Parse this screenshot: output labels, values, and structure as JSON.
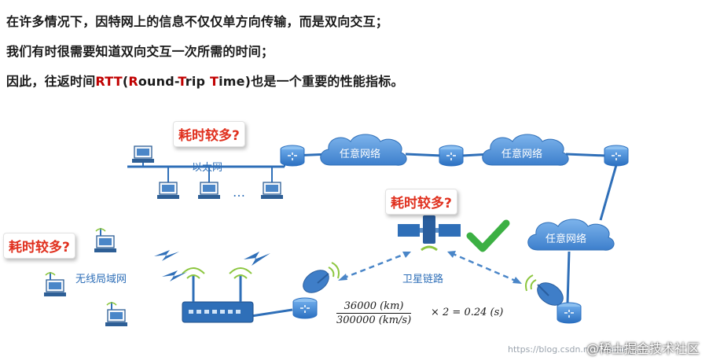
{
  "text": {
    "line1": "在许多情况下，因特网上的信息不仅仅单方向传输，而是双向交互；",
    "line2": "我们有时很需要知道双向交互一次所需的时间；",
    "line3_pre": "因此，往返时间",
    "line3_abbr": "RTT",
    "line3_paren_open": "(",
    "line3_r": "R",
    "line3_ound": "ound-",
    "line3_t": "T",
    "line3_rip": "rip ",
    "line3_t2": "T",
    "line3_ime": "ime)",
    "line3_post": "也是一个重要的性能指标。"
  },
  "diagram": {
    "callout_1": "耗时较多?",
    "callout_2": "耗时较多?",
    "callout_3": "耗时较多?",
    "ethernet_label": "以太网",
    "wlan_label": "无线局域网",
    "satellite_label": "卫星链路",
    "cloud_1": "任意网络",
    "cloud_2": "任意网络",
    "cloud_3": "任意网络",
    "ellipsis": "…",
    "formula_num": "36000 (km)",
    "formula_den": "300000 (km/s)",
    "formula_tail": "× 2 = 0.24 (s)"
  },
  "footer": {
    "brand": "@稀土掘金技术社区",
    "link": "https://blog.csdn.net/weixin_..."
  },
  "colors": {
    "accent_red": "#c00000",
    "callout_red": "#e0301e",
    "label_blue": "#2f6fb8",
    "cloud_blue": "#4a90d9",
    "check_green": "#3cb043"
  }
}
